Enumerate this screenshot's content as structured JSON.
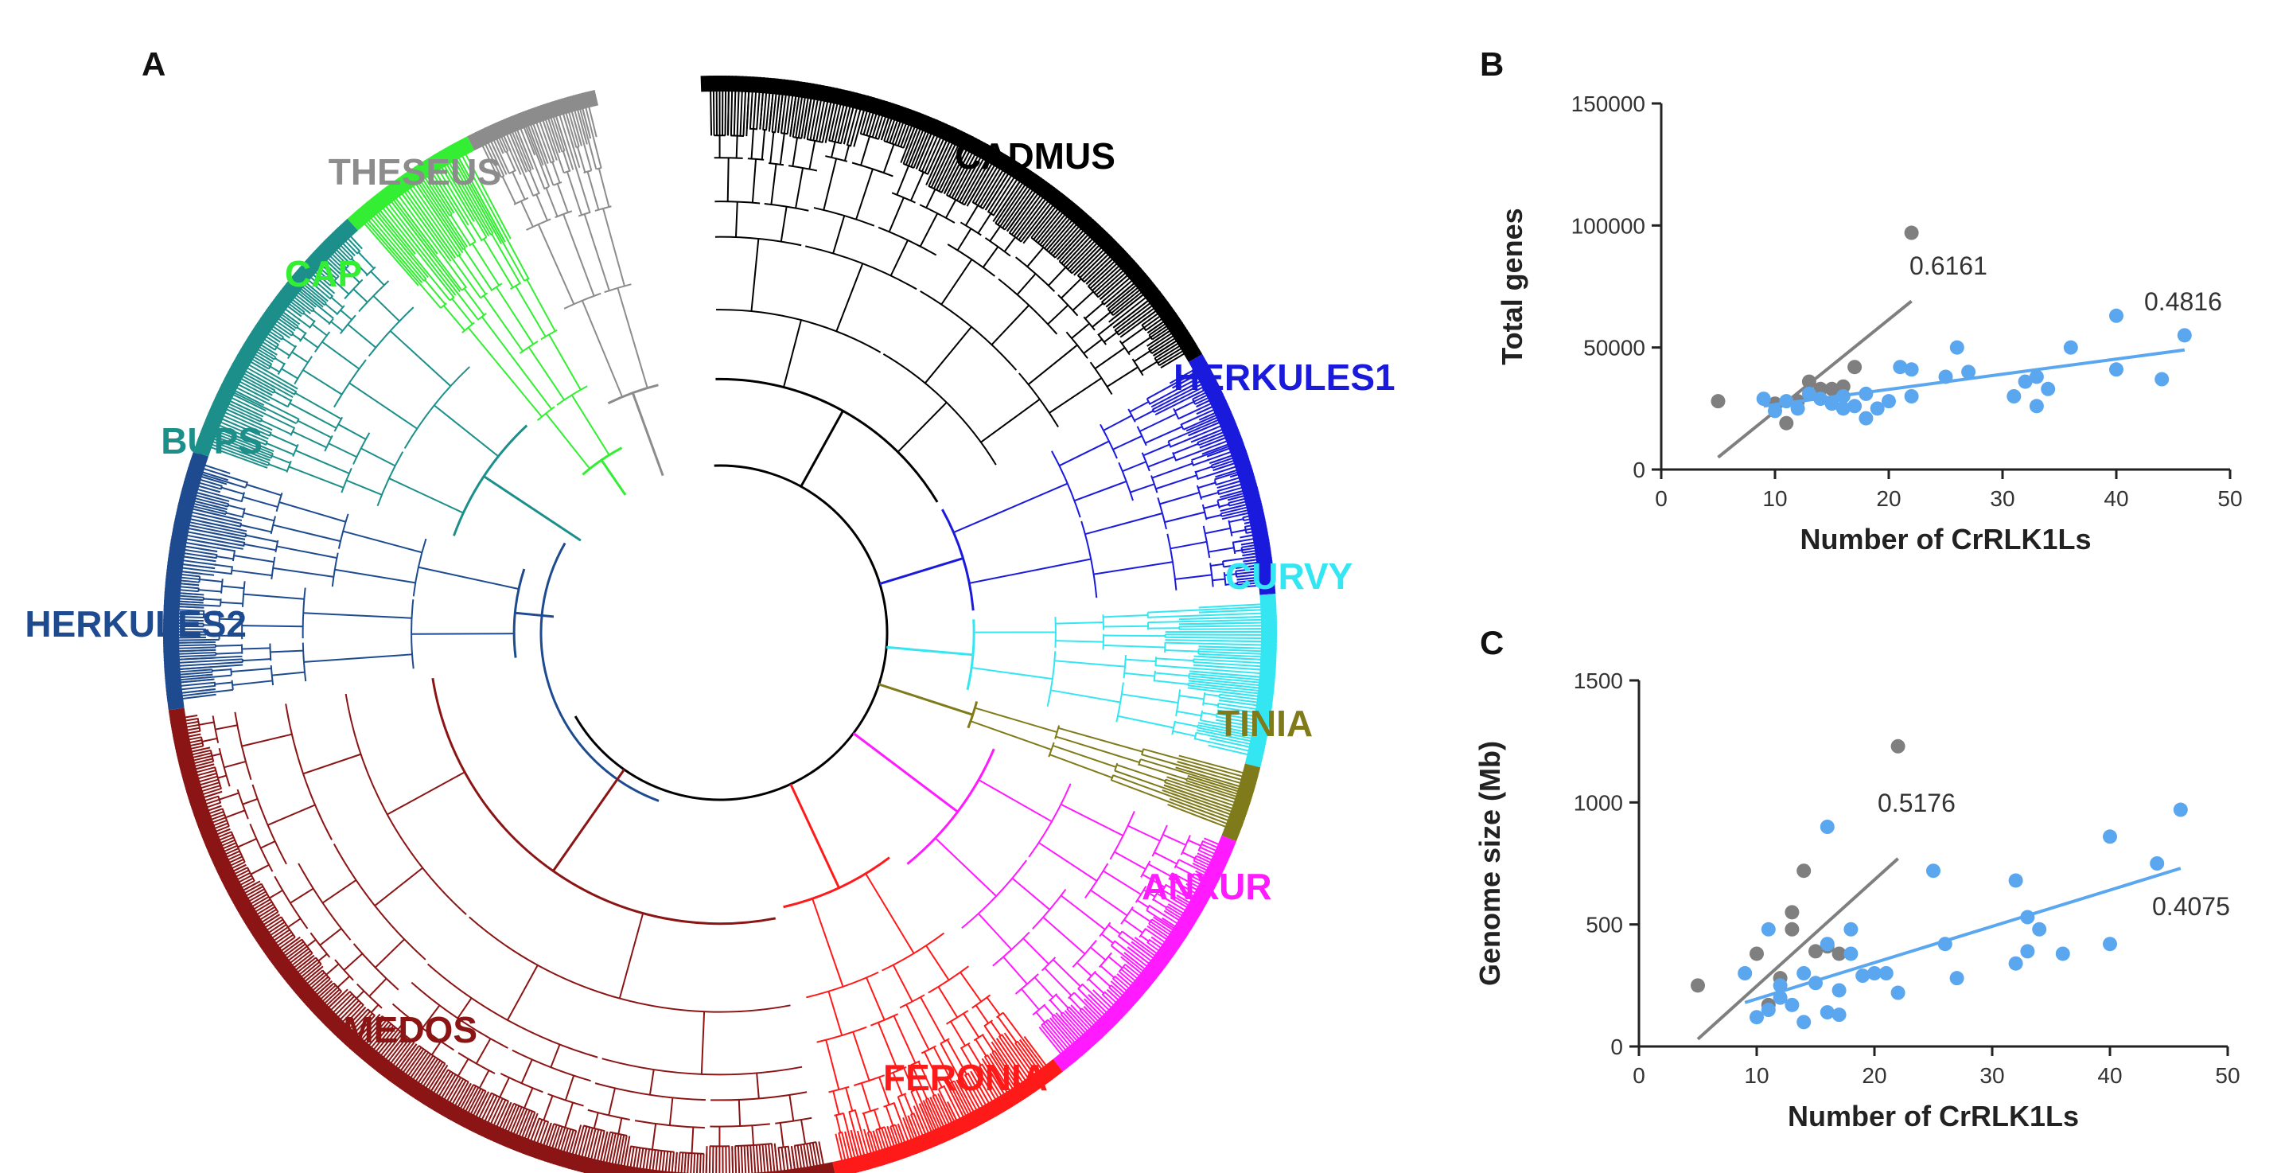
{
  "panels": {
    "A": "A",
    "B": "B",
    "C": "C"
  },
  "tree": {
    "clades": [
      {
        "name": "CADMUS",
        "color": "#000000"
      },
      {
        "name": "HERKULES1",
        "color": "#1a1adc"
      },
      {
        "name": "CURVY",
        "color": "#33e6f2"
      },
      {
        "name": "TINIA",
        "color": "#7f7a1a"
      },
      {
        "name": "ANXUR",
        "color": "#ff1aff"
      },
      {
        "name": "FERONIA",
        "color": "#ff1a1a"
      },
      {
        "name": "MEDOS",
        "color": "#8b1414"
      },
      {
        "name": "HERKULES2",
        "color": "#1e4b8f"
      },
      {
        "name": "BUPS",
        "color": "#1d8f8a"
      },
      {
        "name": "CAP",
        "color": "#33ee33"
      },
      {
        "name": "THESEUS",
        "color": "#8c8c8c"
      }
    ]
  },
  "chart_data": [
    {
      "type": "scatter",
      "panel": "B",
      "title": "",
      "xlabel": "Number of CrRLK1Ls",
      "ylabel": "Total genes",
      "xlim": [
        0,
        50
      ],
      "ylim": [
        0,
        150000
      ],
      "xticks": [
        "0",
        "10",
        "20",
        "30",
        "40",
        "50"
      ],
      "yticks": [
        "0",
        "50000",
        "100000",
        "150000"
      ],
      "colors": {
        "gray": "#7f7f7f",
        "blue": "#5aa7f0"
      },
      "series": [
        {
          "color": "gray",
          "points": [
            [
              5,
              28000
            ],
            [
              10,
              27000
            ],
            [
              11,
              19000
            ],
            [
              12,
              28000
            ],
            [
              13,
              36000
            ],
            [
              14,
              33000
            ],
            [
              15,
              33000
            ],
            [
              16,
              34000
            ],
            [
              17,
              42000
            ],
            [
              22,
              97000
            ]
          ],
          "fit": [
            [
              5,
              5000
            ],
            [
              22,
              69000
            ]
          ],
          "r_label": "0.6161"
        },
        {
          "color": "blue",
          "points": [
            [
              9,
              29000
            ],
            [
              10,
              24000
            ],
            [
              11,
              28000
            ],
            [
              12,
              25000
            ],
            [
              13,
              31000
            ],
            [
              14,
              29000
            ],
            [
              15,
              27000
            ],
            [
              16,
              25000
            ],
            [
              16,
              30000
            ],
            [
              17,
              26000
            ],
            [
              18,
              21000
            ],
            [
              18,
              31000
            ],
            [
              19,
              25000
            ],
            [
              20,
              28000
            ],
            [
              21,
              42000
            ],
            [
              22,
              30000
            ],
            [
              22,
              41000
            ],
            [
              25,
              38000
            ],
            [
              26,
              50000
            ],
            [
              27,
              40000
            ],
            [
              31,
              30000
            ],
            [
              32,
              36000
            ],
            [
              33,
              38000
            ],
            [
              33,
              26000
            ],
            [
              34,
              33000
            ],
            [
              36,
              50000
            ],
            [
              40,
              41000
            ],
            [
              40,
              63000
            ],
            [
              44,
              37000
            ],
            [
              46,
              55000
            ]
          ],
          "fit": [
            [
              9,
              26000
            ],
            [
              46,
              49000
            ]
          ],
          "r_label": "0.4816"
        }
      ]
    },
    {
      "type": "scatter",
      "panel": "C",
      "title": "",
      "xlabel": "Number of CrRLK1Ls",
      "ylabel": "Genome size (Mb)",
      "xlim": [
        0,
        50
      ],
      "ylim": [
        0,
        1500
      ],
      "xticks": [
        "0",
        "10",
        "20",
        "30",
        "40",
        "50"
      ],
      "yticks": [
        "0",
        "500",
        "1000",
        "1500"
      ],
      "colors": {
        "gray": "#7f7f7f",
        "blue": "#5aa7f0"
      },
      "series": [
        {
          "color": "gray",
          "points": [
            [
              5,
              250
            ],
            [
              10,
              380
            ],
            [
              11,
              170
            ],
            [
              12,
              280
            ],
            [
              13,
              480
            ],
            [
              13,
              550
            ],
            [
              14,
              720
            ],
            [
              15,
              390
            ],
            [
              16,
              410
            ],
            [
              17,
              380
            ],
            [
              22,
              1230
            ]
          ],
          "fit": [
            [
              5,
              30
            ],
            [
              22,
              770
            ]
          ],
          "r_label": "0.5176"
        },
        {
          "color": "blue",
          "points": [
            [
              9,
              300
            ],
            [
              10,
              120
            ],
            [
              11,
              150
            ],
            [
              11,
              480
            ],
            [
              12,
              200
            ],
            [
              12,
              250
            ],
            [
              13,
              170
            ],
            [
              14,
              300
            ],
            [
              14,
              100
            ],
            [
              15,
              260
            ],
            [
              16,
              140
            ],
            [
              16,
              420
            ],
            [
              16,
              900
            ],
            [
              17,
              130
            ],
            [
              17,
              230
            ],
            [
              18,
              480
            ],
            [
              18,
              380
            ],
            [
              19,
              290
            ],
            [
              20,
              300
            ],
            [
              21,
              300
            ],
            [
              22,
              220
            ],
            [
              25,
              720
            ],
            [
              26,
              420
            ],
            [
              27,
              280
            ],
            [
              32,
              340
            ],
            [
              32,
              680
            ],
            [
              33,
              530
            ],
            [
              33,
              390
            ],
            [
              34,
              480
            ],
            [
              36,
              380
            ],
            [
              40,
              420
            ],
            [
              40,
              860
            ],
            [
              44,
              750
            ],
            [
              46,
              970
            ]
          ],
          "fit": [
            [
              9,
              180
            ],
            [
              46,
              730
            ]
          ],
          "r_label": "0.4075"
        }
      ]
    }
  ]
}
